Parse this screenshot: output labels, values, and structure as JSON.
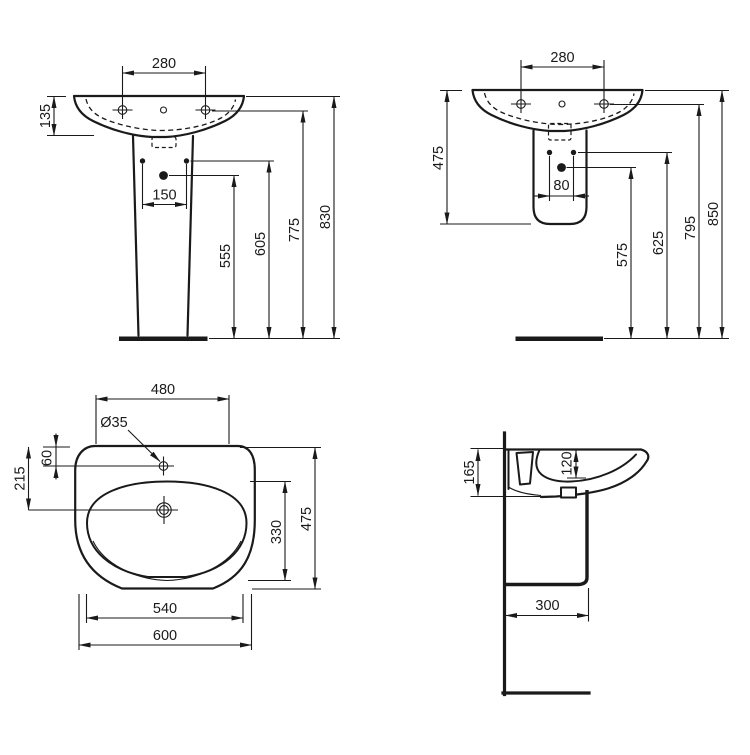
{
  "sheet": {
    "background": "#ffffff",
    "line_color": "#1a1a1a",
    "views": {
      "front_pedestal": {
        "dims": {
          "d280": "280",
          "d135": "135",
          "d150": "150",
          "d555": "555",
          "d605": "605",
          "d775": "775",
          "d830": "830"
        }
      },
      "front_semi_pedestal": {
        "dims": {
          "d280": "280",
          "d475": "475",
          "d80": "80",
          "d575": "575",
          "d625": "625",
          "d795": "795",
          "d850": "850"
        }
      },
      "plan": {
        "dims": {
          "d480": "480",
          "dia35": "Ø35",
          "d60": "60",
          "d215": "215",
          "d330": "330",
          "d475": "475",
          "d540": "540",
          "d600": "600"
        }
      },
      "side_semi_pedestal": {
        "dims": {
          "d165": "165",
          "d120": "120",
          "d300": "300"
        }
      }
    }
  }
}
